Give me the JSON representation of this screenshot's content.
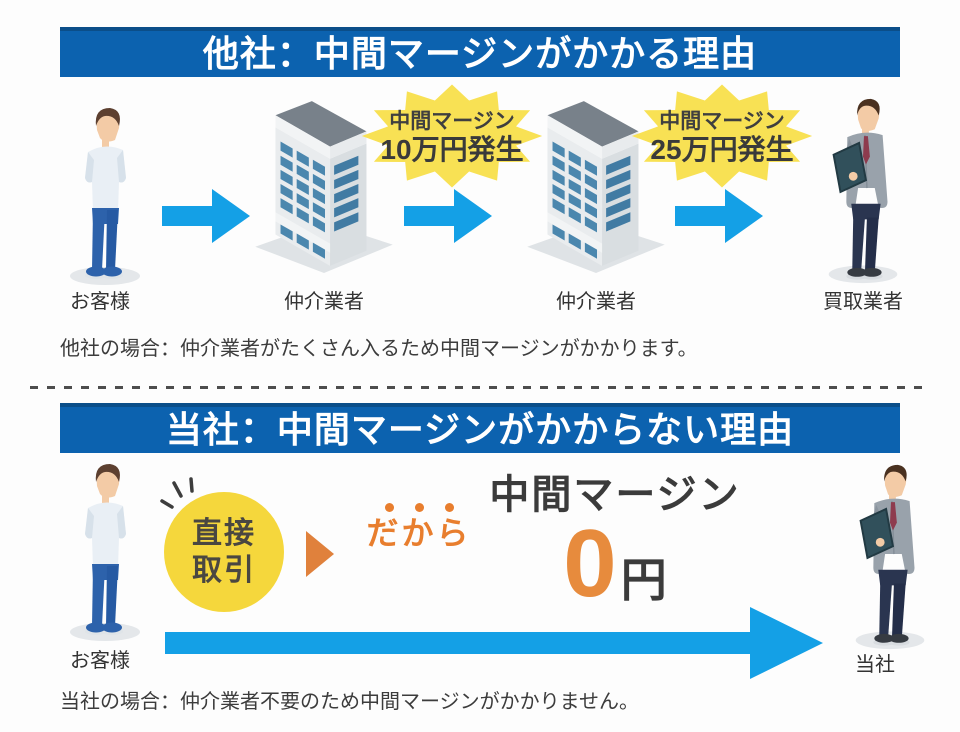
{
  "colors": {
    "banner_blue": "#0c62af",
    "banner_edge_blue": "#0b4e89",
    "arrow_blue": "#14a0e6",
    "burst_yellow": "#f8e154",
    "badge_yellow": "#f5d73c",
    "accent_orange": "#e87e2e",
    "text_dark": "#3b3b3b"
  },
  "top_section": {
    "title": "他社：中間マージンがかかる理由",
    "actors": [
      {
        "label": "お客様"
      },
      {
        "label": "仲介業者"
      },
      {
        "label": "仲介業者"
      },
      {
        "label": "買取業者"
      }
    ],
    "bursts": [
      {
        "line1": "中間マージン",
        "line2": "10万円発生"
      },
      {
        "line1": "中間マージン",
        "line2": "25万円発生"
      }
    ],
    "caption": "他社の場合：仲介業者がたくさん入るため中間マージンがかかります。"
  },
  "bottom_section": {
    "title": "当社：中間マージンがかからない理由",
    "actors": [
      {
        "label": "お客様"
      },
      {
        "label": "当社"
      }
    ],
    "badge": {
      "line1": "直接",
      "line2": "取引"
    },
    "connector_text": "だから",
    "result": {
      "label": "中間マージン",
      "amount": "0",
      "unit": "円"
    },
    "caption": "当社の場合：仲介業者不要のため中間マージンがかかりません。"
  }
}
